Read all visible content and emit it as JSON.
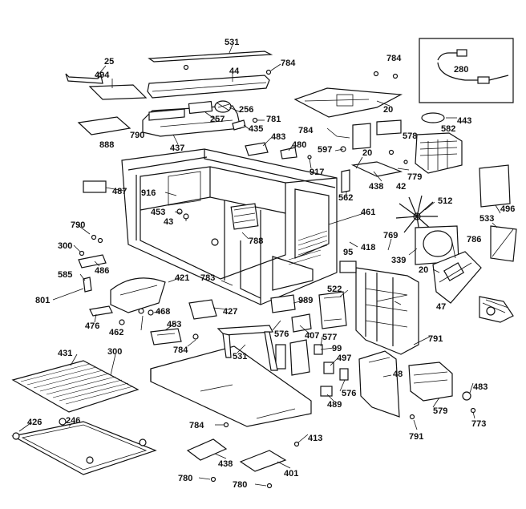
{
  "parts": [
    "531",
    "25",
    "494",
    "784",
    "44",
    "256",
    "257",
    "781",
    "435",
    "437",
    "888",
    "790",
    "483",
    "480",
    "917",
    "784",
    "597",
    "20",
    "20",
    "443",
    "784",
    "578",
    "582",
    "779",
    "42",
    "438",
    "562",
    "280",
    "487",
    "916",
    "453",
    "43",
    "461",
    "512",
    "496",
    "533",
    "788",
    "418",
    "786",
    "769",
    "339",
    "20",
    "95",
    "790",
    "300",
    "486",
    "585",
    "801",
    "421",
    "783",
    "522",
    "47",
    "468",
    "427",
    "476",
    "462",
    "453",
    "784",
    "989",
    "576",
    "407",
    "577",
    "99",
    "497",
    "531",
    "791",
    "431",
    "300",
    "48",
    "483",
    "576",
    "489",
    "579",
    "773",
    "426",
    "246",
    "784",
    "413",
    "791",
    "438",
    "401",
    "780",
    "780"
  ]
}
